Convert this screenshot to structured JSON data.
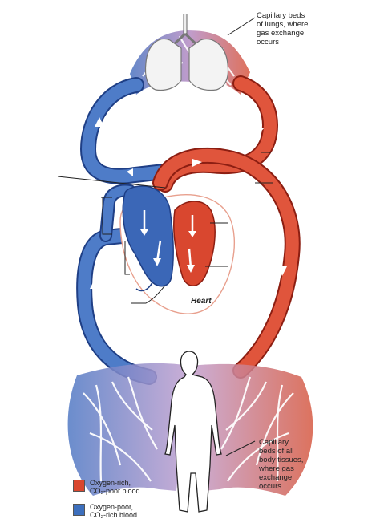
{
  "labels": {
    "lungs_capillaries": "Capillary beds\nof lungs, where\ngas exchange\noccurs",
    "tissue_capillaries": "Capillary\nbeds of all\nbody tissues,\nwhere gas\nexchange\noccurs",
    "heart": "Heart"
  },
  "legend": [
    {
      "text": "Oxygen-rich,\nCO₂-poor blood",
      "color": "#d9472f"
    },
    {
      "text": "Oxygen-poor,\nCO₂-rich blood",
      "color": "#3d6fbd"
    }
  ],
  "colors": {
    "oxygen_rich": "#d9472f",
    "oxygen_poor": "#3d6fbd",
    "transition": "#b07fb8",
    "heart_outline": "#e8a08e",
    "leader_line": "#222222"
  }
}
